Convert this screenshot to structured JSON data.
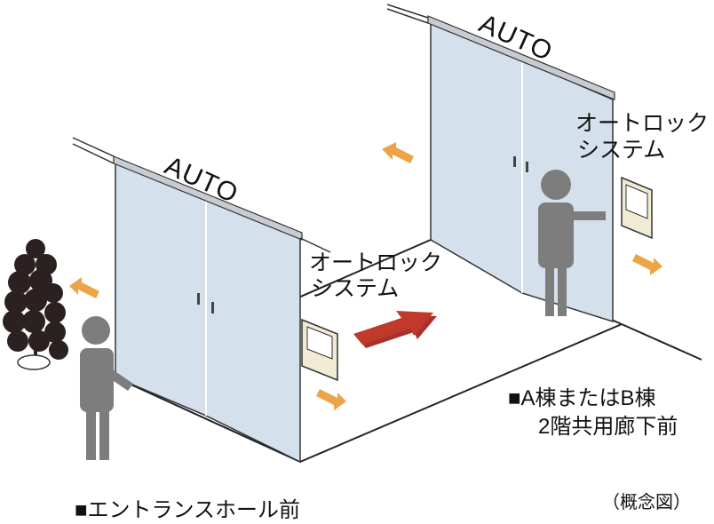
{
  "labels": {
    "auto_front": "AUTO",
    "auto_back": "AUTO",
    "autolock_front_1": "オートロック",
    "autolock_front_2": "システム",
    "autolock_back_1": "オートロック",
    "autolock_back_2": "システム",
    "caption_entrance": "■エントランスホール前",
    "caption_corridor_1": "■A棟またはB棟",
    "caption_corridor_2": "2階共用廊下前",
    "concept_note": "（概念図）"
  },
  "colors": {
    "glass": "#d4e0ec",
    "person": "#7d7d7d",
    "arrow_orange": "#eda347",
    "arrow_red": "#c0392b",
    "line": "#222222",
    "tree": "#2a2120"
  },
  "icons": [
    "person",
    "keypad",
    "orange-arrow",
    "red-arrow",
    "tree"
  ]
}
